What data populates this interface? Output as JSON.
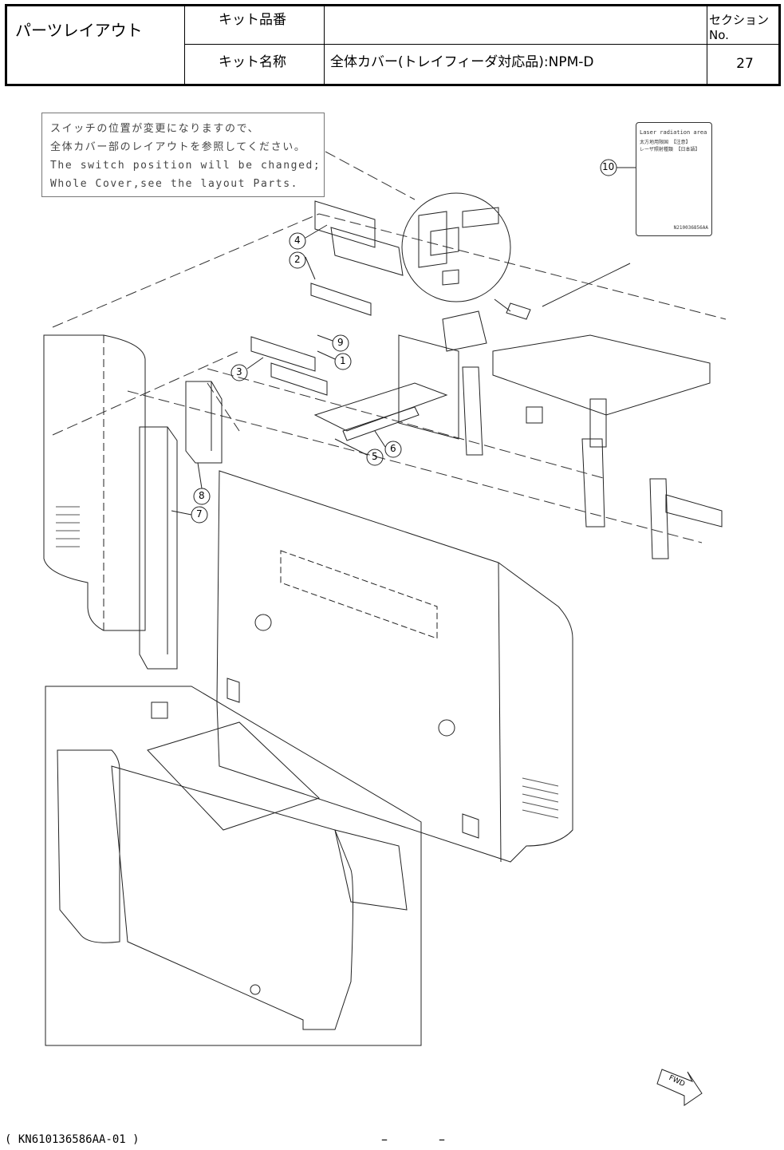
{
  "header": {
    "title": "パーツレイアウト",
    "kit_number_label": "キット品番",
    "kit_number_value": "",
    "kit_name_label": "キット名称",
    "kit_name_value": "全体カバー(トレイフィーダ対応品):NPM-D",
    "section_label": "セクションNo.",
    "section_value": "27"
  },
  "note": {
    "line1": "スイッチの位置が変更になりますので、",
    "line2": "全体カバー部のレイアウトを参照してください。",
    "line3": "The switch position will be changed;",
    "line4": "Whole Cover,see the layout Parts."
  },
  "label_sticker": {
    "line1": "Laser radiation area",
    "line2": "太方地用限国 【注意】",
    "line3": "レーザ照射種類 【日本語】",
    "code": "N210036856AA"
  },
  "callouts": [
    "10",
    "4",
    "2",
    "9",
    "1",
    "3",
    "6",
    "5",
    "8",
    "7"
  ],
  "fwd_label": "FWD",
  "footer": {
    "doc_code": "( KN610136586AA-01 )",
    "dash1": "–",
    "dash2": "–"
  }
}
